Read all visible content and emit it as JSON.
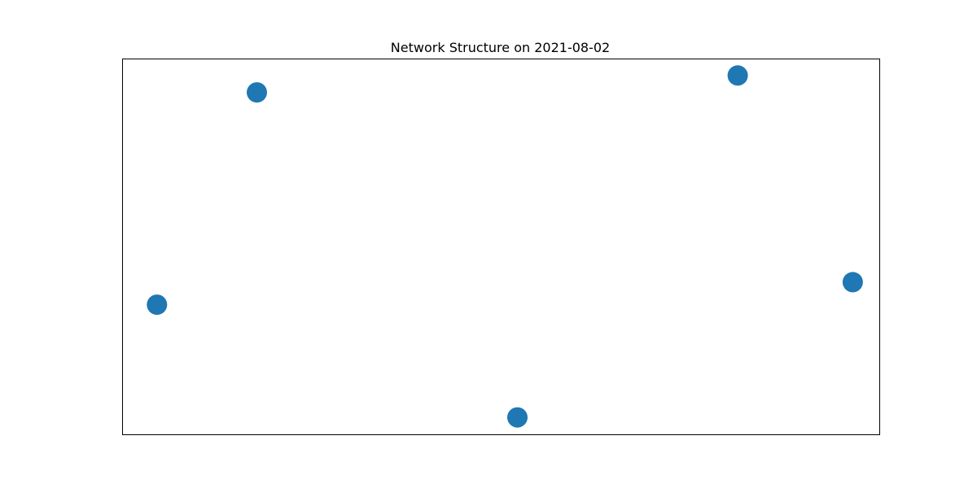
{
  "chart_data": {
    "type": "scatter",
    "title": "Network Structure on 2021-08-02",
    "xlabel": "",
    "ylabel": "",
    "grid": false,
    "axis_ticks": false,
    "node_color": "#1f77b4",
    "points": [
      {
        "x": 0.178,
        "y": 0.91
      },
      {
        "x": 0.813,
        "y": 0.955
      },
      {
        "x": 0.046,
        "y": 0.345
      },
      {
        "x": 0.965,
        "y": 0.405
      },
      {
        "x": 0.522,
        "y": 0.045
      }
    ]
  }
}
